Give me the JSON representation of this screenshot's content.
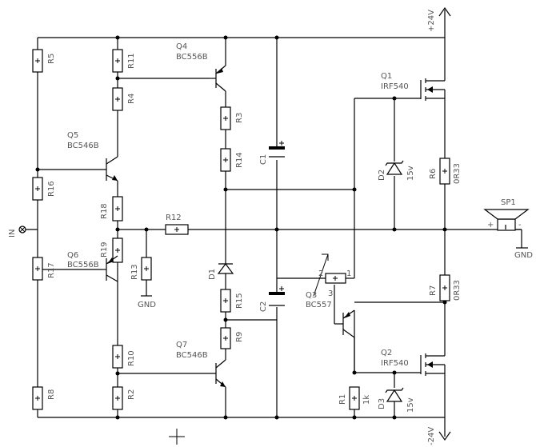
{
  "rails": {
    "positive": "+24V",
    "negative": "-24V"
  },
  "labels": {
    "in": "IN",
    "gnd_r13": "GND",
    "gnd_sp": "GND",
    "sp1": "SP1",
    "sp_plus": "+",
    "sp_minus": "-",
    "pot_pin1": "1",
    "pot_pin2": "2",
    "pot_pin3": "3"
  },
  "resistors": {
    "R5": "R5",
    "R11": "R11",
    "R4": "R4",
    "R16": "R16",
    "R18": "R18",
    "R12": "R12",
    "R13": "R13",
    "R19": "R19",
    "R17": "R17",
    "R10": "R10",
    "R8": "R8",
    "R2": "R2",
    "R3": "R3",
    "R14": "R14",
    "R15": "R15",
    "R9": "R9",
    "R1": "R1",
    "R1_value": "1k",
    "R6": "R6",
    "R6_value": "0R33",
    "R7": "R7",
    "R7_value": "0R33"
  },
  "transistors": {
    "Q4": "Q4",
    "Q4_type": "BC556B",
    "Q5": "Q5",
    "Q5_type": "BC546B",
    "Q6": "Q6",
    "Q6_type": "BC556B",
    "Q7": "Q7",
    "Q7_type": "BC546B",
    "Q3": "Q3",
    "Q3_type": "BC557",
    "Q1": "Q1",
    "Q1_type": "IRF540",
    "Q2": "Q2",
    "Q2_type": "IRF540"
  },
  "capacitors": {
    "C1": "C1",
    "C2": "C2"
  },
  "diodes": {
    "D1": "D1",
    "D2": "D2",
    "D2_value": "15v",
    "D3": "D3",
    "D3_value": "15v"
  }
}
